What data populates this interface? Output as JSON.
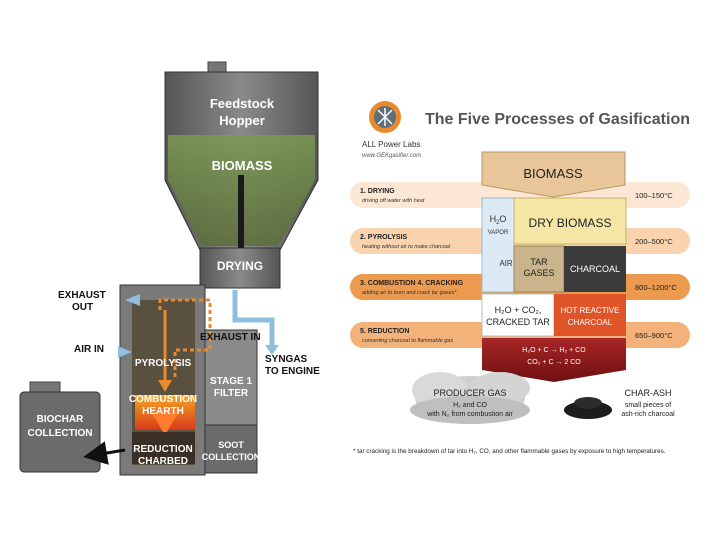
{
  "machine": {
    "hopper_label_1": "Feedstock",
    "hopper_label_2": "Hopper",
    "biomass": "BIOMASS",
    "drying": "DRYING",
    "exhaust_out_1": "EXHAUST",
    "exhaust_out_2": "OUT",
    "air_in": "AIR IN",
    "pyrolysis": "PYROLYSIS",
    "exhaust_in": "EXHAUST IN",
    "syngas_1": "SYNGAS",
    "syngas_2": "TO ENGINE",
    "stage1_1": "STAGE 1",
    "stage1_2": "FILTER",
    "combustion_1": "COMBUSTION",
    "combustion_2": "HEARTH",
    "biochar_1": "BIOCHAR",
    "biochar_2": "COLLECTION",
    "reduction_1": "REDUCTION",
    "reduction_2": "CHARBED",
    "soot_1": "SOOT",
    "soot_2": "COLLECTION"
  },
  "chart": {
    "title": "The Five Processes of Gasification",
    "brand": "ALL Power Labs",
    "url": "www.GEKgasifier.com",
    "top_biomass": "BIOMASS",
    "dry_biomass": "DRY BIOMASS",
    "h2o": "H",
    "h2o_sub": "2",
    "h2o_end": "O",
    "vapor": "VAPOR",
    "air": "AIR",
    "tar_1": "TAR",
    "tar_2": "GASES",
    "charcoal": "CHARCOAL",
    "cracked_1": "H₂O + CO₂,",
    "cracked_2": "CRACKED TAR",
    "hot_1": "HOT REACTIVE",
    "hot_2": "CHARCOAL",
    "rxn_1a": "H₂O + C → H₂ + CO",
    "rxn_1b": "CO₂ + C → 2 CO",
    "steps": [
      {
        "name": "1. DRYING",
        "desc": "driving off water with heat",
        "temp": "100–150°C",
        "color": "#fbe7d3"
      },
      {
        "name": "2. PYROLYSIS",
        "desc": "heating without air to make charcoal",
        "temp": "200–500°C",
        "color": "#f8d3ad"
      },
      {
        "name": "3. COMBUSTION    4. CRACKING",
        "desc": "adding air to burn and crack tar gases*",
        "temp": "800–1200°C",
        "color": "#ec9a4f"
      },
      {
        "name": "5. REDUCTION",
        "desc": "converting charcoal to flammable gas",
        "temp": "650–900°C",
        "color": "#f2b27a"
      }
    ],
    "producer_gas": "PRODUCER GAS",
    "producer_line1": "H₂ and CO",
    "producer_line2": "with N₂ from combustion air",
    "char_ash": "CHAR-ASH",
    "char_line1": "small pieces of",
    "char_line2": "ash-rich charcoal",
    "footnote": "* tar cracking is the breakdown of tar into H₂, CO, and other flammable gases by exposure to high temperatures."
  },
  "colors": {
    "steel": "#6f6f6f",
    "steel_dark": "#4a4a4a",
    "biomass_green": "#6d8f4a",
    "fire": "#e8501f",
    "orange": "#e88a2e",
    "tan": "#e8c69a",
    "dark_red": "#8e1b1b",
    "blue": "#7fb2d8"
  }
}
